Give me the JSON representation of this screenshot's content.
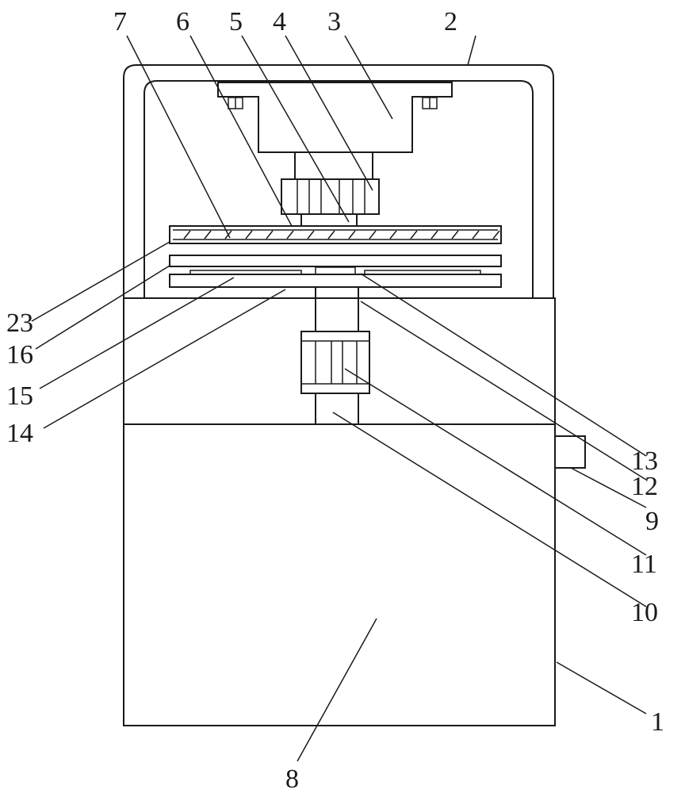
{
  "figure": {
    "callouts": [
      {
        "id": "c1",
        "text": "1"
      },
      {
        "id": "c2",
        "text": "2"
      },
      {
        "id": "c3",
        "text": "3"
      },
      {
        "id": "c4",
        "text": "4"
      },
      {
        "id": "c5",
        "text": "5"
      },
      {
        "id": "c6",
        "text": "6"
      },
      {
        "id": "c7",
        "text": "7"
      },
      {
        "id": "c8",
        "text": "8"
      },
      {
        "id": "c9",
        "text": "9"
      },
      {
        "id": "c10",
        "text": "10"
      },
      {
        "id": "c11",
        "text": "11"
      },
      {
        "id": "c12",
        "text": "12"
      },
      {
        "id": "c13",
        "text": "13"
      },
      {
        "id": "c14",
        "text": "14"
      },
      {
        "id": "c15",
        "text": "15"
      },
      {
        "id": "c16",
        "text": "16"
      },
      {
        "id": "c23",
        "text": "23"
      }
    ]
  }
}
